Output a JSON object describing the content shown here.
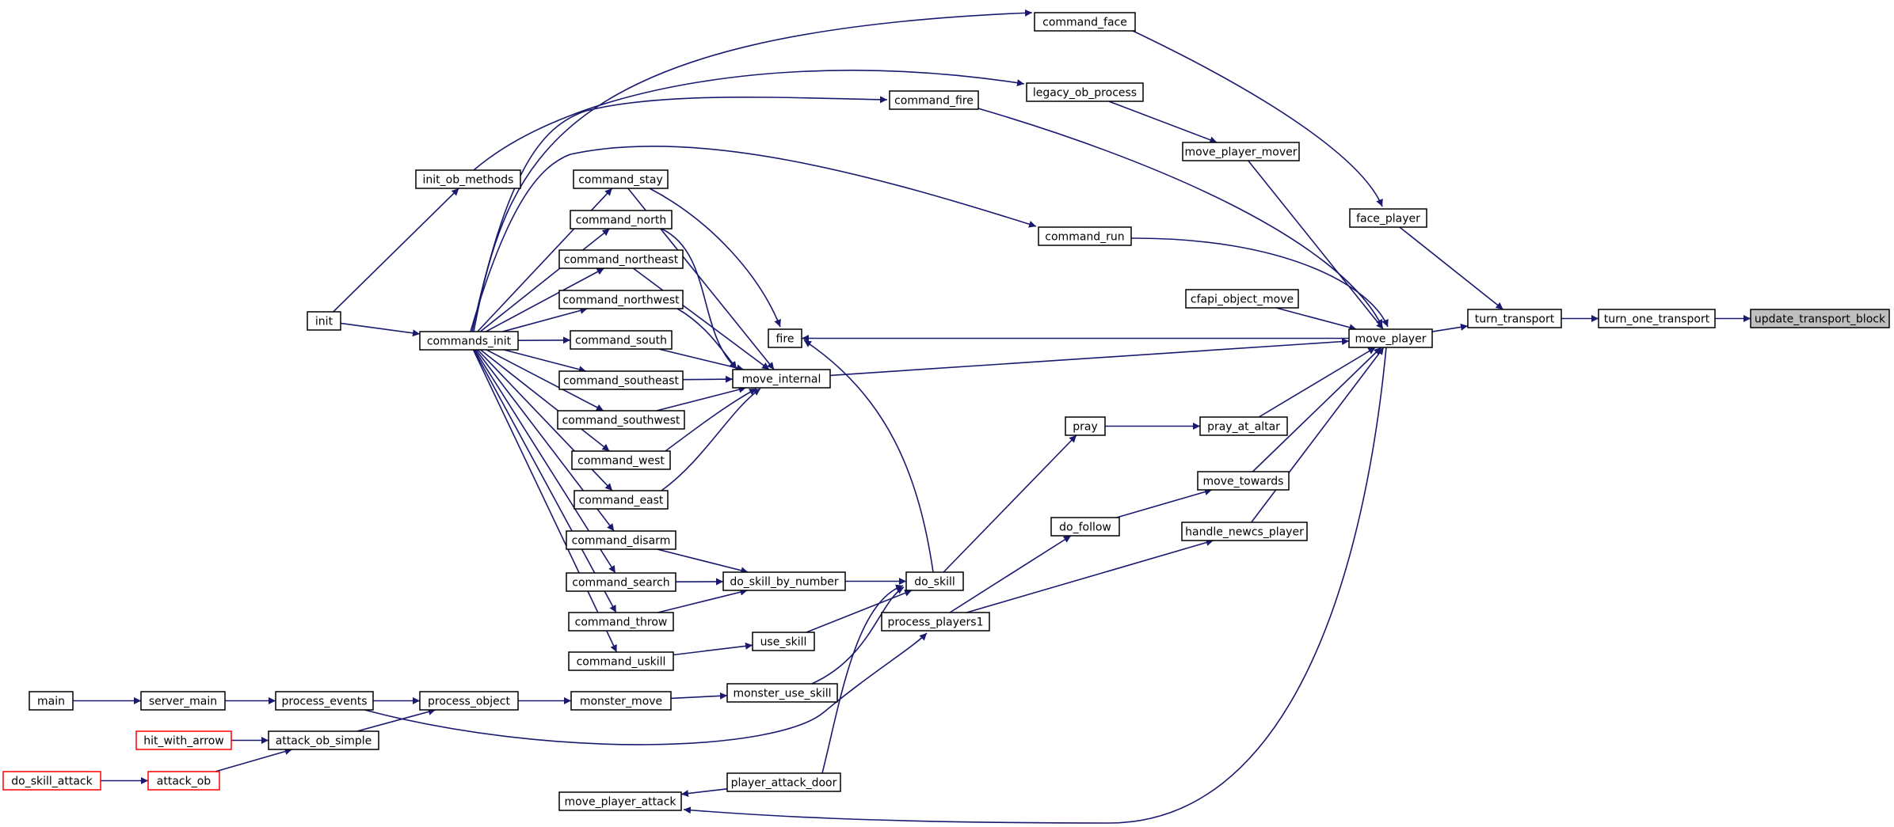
{
  "colors": {
    "edge": "#191970",
    "node_border": "#000000",
    "truncated_border": "#ff0000",
    "root_fill": "#bfbfbf"
  },
  "nodes": [
    {
      "id": "update_transport_block",
      "label": "update_transport_block",
      "style": "root"
    },
    {
      "id": "turn_one_transport",
      "label": "turn_one_transport"
    },
    {
      "id": "turn_transport",
      "label": "turn_transport"
    },
    {
      "id": "move_player",
      "label": "move_player"
    },
    {
      "id": "face_player",
      "label": "face_player"
    },
    {
      "id": "command_face",
      "label": "command_face"
    },
    {
      "id": "legacy_ob_process",
      "label": "legacy_ob_process"
    },
    {
      "id": "move_player_mover",
      "label": "move_player_mover"
    },
    {
      "id": "command_fire",
      "label": "command_fire"
    },
    {
      "id": "command_run",
      "label": "command_run"
    },
    {
      "id": "cfapi_object_move",
      "label": "cfapi_object_move"
    },
    {
      "id": "fire",
      "label": "fire"
    },
    {
      "id": "move_internal",
      "label": "move_internal"
    },
    {
      "id": "pray",
      "label": "pray"
    },
    {
      "id": "pray_at_altar",
      "label": "pray_at_altar"
    },
    {
      "id": "move_towards",
      "label": "move_towards"
    },
    {
      "id": "do_follow",
      "label": "do_follow"
    },
    {
      "id": "handle_newcs_player",
      "label": "handle_newcs_player"
    },
    {
      "id": "do_skill",
      "label": "do_skill"
    },
    {
      "id": "process_players1",
      "label": "process_players1"
    },
    {
      "id": "do_skill_by_number",
      "label": "do_skill_by_number"
    },
    {
      "id": "use_skill",
      "label": "use_skill"
    },
    {
      "id": "monster_use_skill",
      "label": "monster_use_skill"
    },
    {
      "id": "player_attack_door",
      "label": "player_attack_door"
    },
    {
      "id": "move_player_attack",
      "label": "move_player_attack"
    },
    {
      "id": "init_ob_methods",
      "label": "init_ob_methods"
    },
    {
      "id": "init",
      "label": "init"
    },
    {
      "id": "commands_init",
      "label": "commands_init"
    },
    {
      "id": "command_stay",
      "label": "command_stay"
    },
    {
      "id": "command_north",
      "label": "command_north"
    },
    {
      "id": "command_northeast",
      "label": "command_northeast"
    },
    {
      "id": "command_northwest",
      "label": "command_northwest"
    },
    {
      "id": "command_south",
      "label": "command_south"
    },
    {
      "id": "command_southeast",
      "label": "command_southeast"
    },
    {
      "id": "command_southwest",
      "label": "command_southwest"
    },
    {
      "id": "command_west",
      "label": "command_west"
    },
    {
      "id": "command_east",
      "label": "command_east"
    },
    {
      "id": "command_disarm",
      "label": "command_disarm"
    },
    {
      "id": "command_search",
      "label": "command_search"
    },
    {
      "id": "command_throw",
      "label": "command_throw"
    },
    {
      "id": "command_uskill",
      "label": "command_uskill"
    },
    {
      "id": "main",
      "label": "main"
    },
    {
      "id": "server_main",
      "label": "server_main"
    },
    {
      "id": "process_events",
      "label": "process_events"
    },
    {
      "id": "process_object",
      "label": "process_object"
    },
    {
      "id": "monster_move",
      "label": "monster_move"
    },
    {
      "id": "hit_with_arrow",
      "label": "hit_with_arrow",
      "style": "truncated"
    },
    {
      "id": "attack_ob_simple",
      "label": "attack_ob_simple"
    },
    {
      "id": "do_skill_attack",
      "label": "do_skill_attack",
      "style": "truncated"
    },
    {
      "id": "attack_ob",
      "label": "attack_ob",
      "style": "truncated"
    }
  ],
  "edges": [
    [
      "turn_one_transport",
      "update_transport_block"
    ],
    [
      "turn_transport",
      "turn_one_transport"
    ],
    [
      "move_player",
      "turn_transport"
    ],
    [
      "face_player",
      "turn_transport"
    ],
    [
      "command_face",
      "face_player"
    ],
    [
      "legacy_ob_process",
      "move_player_mover"
    ],
    [
      "move_player_mover",
      "move_player"
    ],
    [
      "command_fire",
      "move_player"
    ],
    [
      "command_run",
      "move_player"
    ],
    [
      "cfapi_object_move",
      "move_player"
    ],
    [
      "move_player",
      "fire"
    ],
    [
      "move_internal",
      "move_player"
    ],
    [
      "pray_at_altar",
      "move_player"
    ],
    [
      "move_towards",
      "move_player"
    ],
    [
      "handle_newcs_player",
      "move_player"
    ],
    [
      "move_player",
      "move_player_attack"
    ],
    [
      "pray",
      "pray_at_altar"
    ],
    [
      "do_skill",
      "pray"
    ],
    [
      "do_follow",
      "move_towards"
    ],
    [
      "process_players1",
      "do_follow"
    ],
    [
      "process_players1",
      "handle_newcs_player"
    ],
    [
      "do_skill",
      "fire"
    ],
    [
      "do_skill_by_number",
      "do_skill"
    ],
    [
      "use_skill",
      "do_skill"
    ],
    [
      "monster_use_skill",
      "do_skill"
    ],
    [
      "player_attack_door",
      "do_skill"
    ],
    [
      "player_attack_door",
      "move_player_attack"
    ],
    [
      "command_disarm",
      "do_skill_by_number"
    ],
    [
      "command_search",
      "do_skill_by_number"
    ],
    [
      "command_throw",
      "do_skill_by_number"
    ],
    [
      "command_uskill",
      "use_skill"
    ],
    [
      "monster_move",
      "monster_use_skill"
    ],
    [
      "process_object",
      "monster_move"
    ],
    [
      "process_events",
      "process_object"
    ],
    [
      "process_events",
      "process_players1"
    ],
    [
      "server_main",
      "process_events"
    ],
    [
      "main",
      "server_main"
    ],
    [
      "attack_ob_simple",
      "process_object"
    ],
    [
      "hit_with_arrow",
      "attack_ob_simple"
    ],
    [
      "attack_ob",
      "attack_ob_simple"
    ],
    [
      "do_skill_attack",
      "attack_ob"
    ],
    [
      "command_stay",
      "fire"
    ],
    [
      "command_stay",
      "move_internal"
    ],
    [
      "command_north",
      "move_internal"
    ],
    [
      "command_northeast",
      "move_internal"
    ],
    [
      "command_northwest",
      "move_internal"
    ],
    [
      "command_south",
      "move_internal"
    ],
    [
      "command_southeast",
      "move_internal"
    ],
    [
      "command_southwest",
      "move_internal"
    ],
    [
      "command_west",
      "move_internal"
    ],
    [
      "command_east",
      "move_internal"
    ],
    [
      "init",
      "init_ob_methods"
    ],
    [
      "init",
      "commands_init"
    ],
    [
      "init_ob_methods",
      "legacy_ob_process"
    ],
    [
      "commands_init",
      "command_face"
    ],
    [
      "commands_init",
      "command_fire"
    ],
    [
      "commands_init",
      "command_run"
    ],
    [
      "commands_init",
      "command_stay"
    ],
    [
      "commands_init",
      "command_north"
    ],
    [
      "commands_init",
      "command_northeast"
    ],
    [
      "commands_init",
      "command_northwest"
    ],
    [
      "commands_init",
      "command_south"
    ],
    [
      "commands_init",
      "command_southeast"
    ],
    [
      "commands_init",
      "command_southwest"
    ],
    [
      "commands_init",
      "command_west"
    ],
    [
      "commands_init",
      "command_east"
    ],
    [
      "commands_init",
      "command_disarm"
    ],
    [
      "commands_init",
      "command_search"
    ],
    [
      "commands_init",
      "command_throw"
    ],
    [
      "commands_init",
      "command_uskill"
    ]
  ]
}
